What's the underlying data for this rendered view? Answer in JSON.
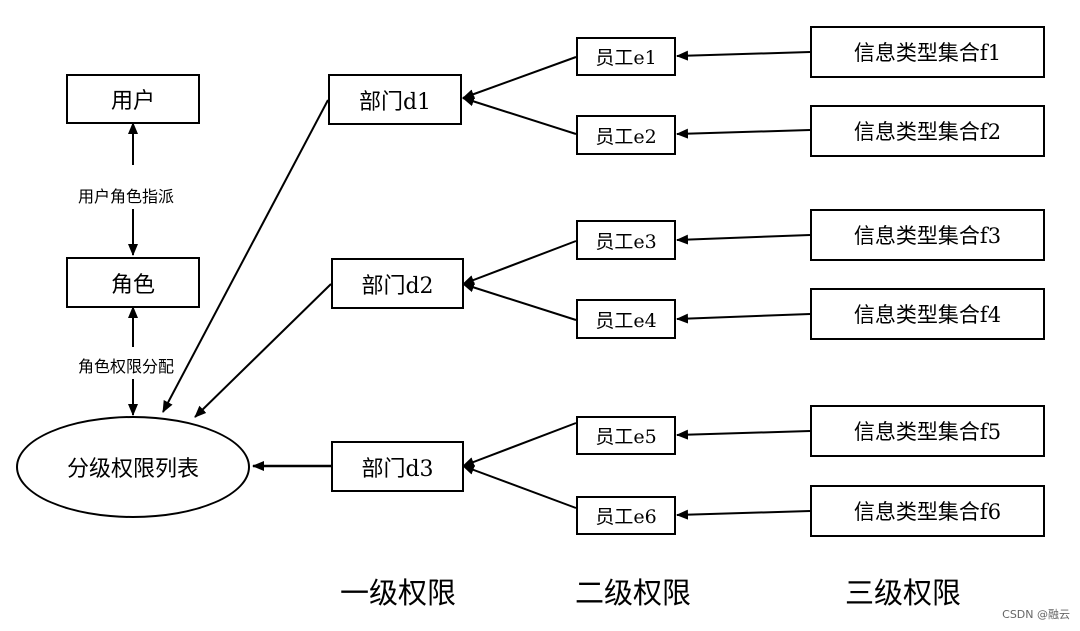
{
  "left": {
    "user": "用户",
    "role": "角色",
    "user_role_assign": "用户角色指派",
    "role_perm_assign": "角色权限分配",
    "perm_list": "分级权限列表"
  },
  "departments": [
    "部门d1",
    "部门d2",
    "部门d3"
  ],
  "employees": [
    "员工e1",
    "员工e2",
    "员工e3",
    "员工e4",
    "员工e5",
    "员工e6"
  ],
  "info_sets": [
    "信息类型集合f1",
    "信息类型集合f2",
    "信息类型集合f3",
    "信息类型集合f4",
    "信息类型集合f5",
    "信息类型集合f6"
  ],
  "levels": [
    "一级权限",
    "二级权限",
    "三级权限"
  ],
  "watermark": "CSDN @融云"
}
